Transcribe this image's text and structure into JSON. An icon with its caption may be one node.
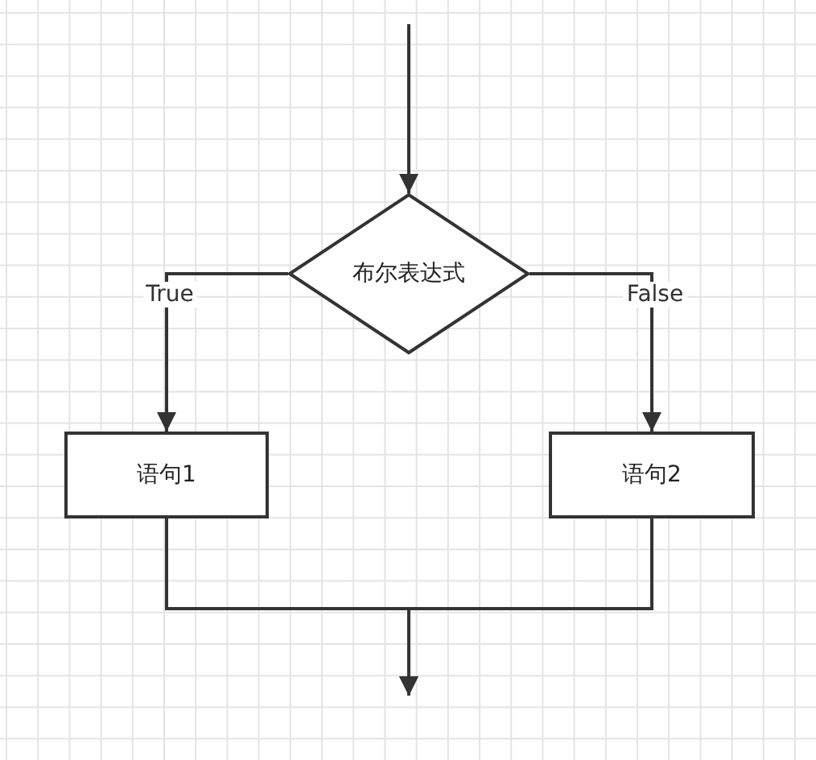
{
  "diagram": {
    "nodes": [
      {
        "text": [
          "布尔表达式"
        ]
      },
      {
        "text": [
          "语句1"
        ]
      },
      {
        "text": [
          "语句2"
        ]
      }
    ],
    "edges": [
      {
        "from": null,
        "to": 0,
        "arrow": "to"
      },
      {
        "from": 0,
        "to": 1,
        "arrow": "to",
        "label": "True"
      },
      {
        "from": 0,
        "to": 2,
        "arrow": "to",
        "label": "False"
      },
      {
        "from": 1,
        "to": null,
        "arrow": "to"
      },
      {
        "from": 2,
        "to": null,
        "arrow": "to"
      }
    ]
  }
}
